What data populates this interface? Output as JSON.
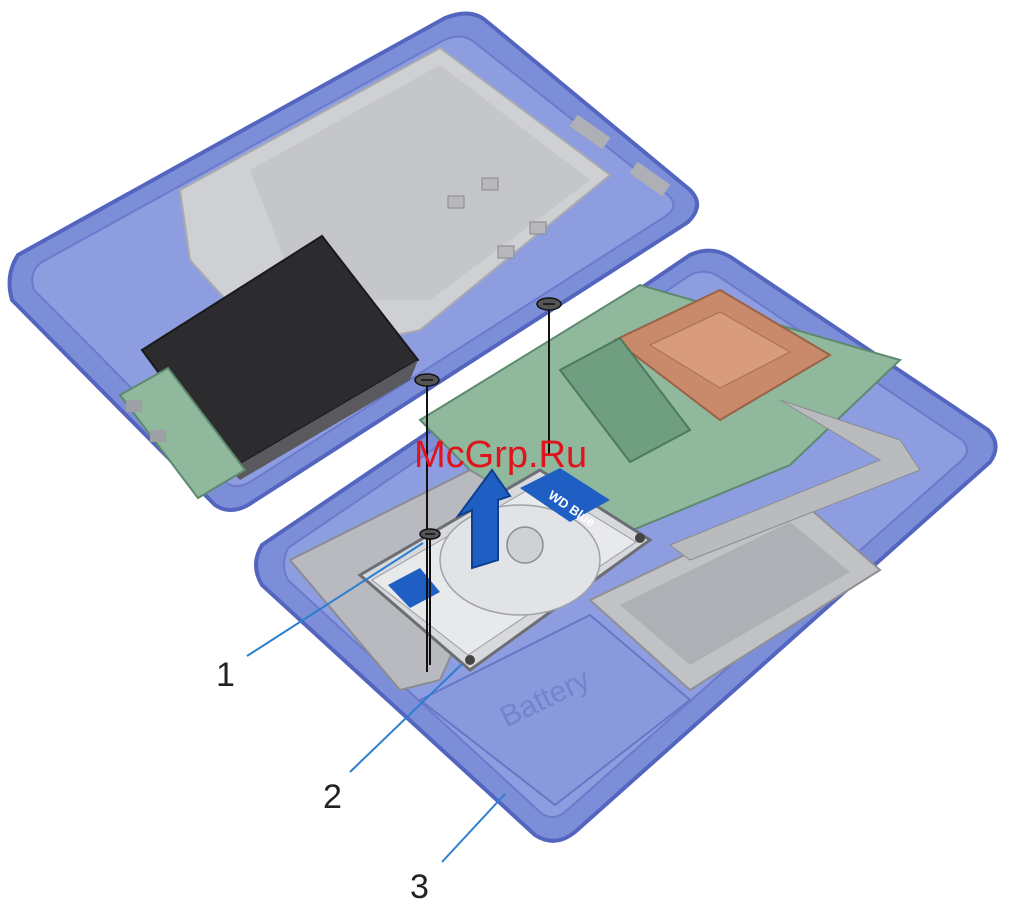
{
  "watermark": "McGrp.Ru",
  "callouts": [
    {
      "number": "1"
    },
    {
      "number": "2"
    },
    {
      "number": "3"
    }
  ],
  "drive_label": "WD Blue",
  "battery_label": "Battery",
  "colors": {
    "chassis_blue": "#7d8ed8",
    "chassis_dark": "#5465c0",
    "foil": "#c9cacd",
    "black_pad": "#2c2c2e",
    "pcb_green": "#8fb89c",
    "copper": "#c98a6b",
    "arrow_blue": "#1f5fc4",
    "callout_line": "#2b7fd0",
    "watermark_red": "#e0141c"
  }
}
